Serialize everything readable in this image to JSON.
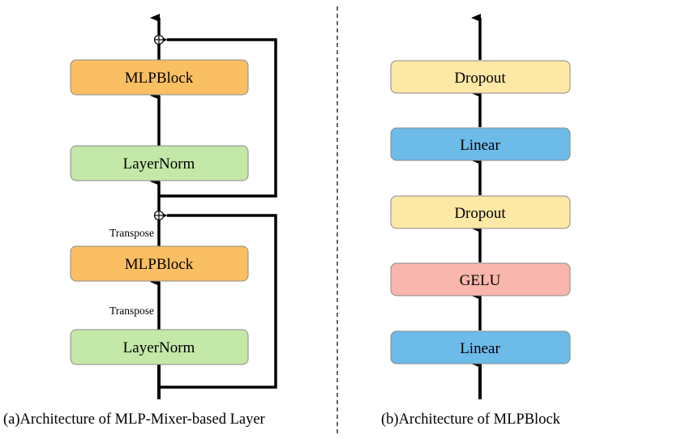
{
  "colors": {
    "mlpblock": "#fbbf63",
    "layernorm": "#c4e8a8",
    "dropout": "#fde8a6",
    "linear": "#6dbbe9",
    "gelu": "#f9b6ac",
    "stroke": "#8a8a8a",
    "arrow": "#000000"
  },
  "left": {
    "boxes": [
      {
        "id": "mlpblock-top",
        "label": "MLPBlock",
        "kind": "mlpblock"
      },
      {
        "id": "layernorm-top",
        "label": "LayerNorm",
        "kind": "layernorm"
      },
      {
        "id": "mlpblock-bottom",
        "label": "MLPBlock",
        "kind": "mlpblock"
      },
      {
        "id": "layernorm-bottom",
        "label": "LayerNorm",
        "kind": "layernorm"
      }
    ],
    "transpose_upper": "Transpose",
    "transpose_lower": "Transpose",
    "caption": "(a)Architecture of MLP-Mixer-based Layer"
  },
  "right": {
    "boxes": [
      {
        "id": "dropout-top",
        "label": "Dropout",
        "kind": "dropout"
      },
      {
        "id": "linear-top",
        "label": "Linear",
        "kind": "linear"
      },
      {
        "id": "dropout-middle",
        "label": "Dropout",
        "kind": "dropout"
      },
      {
        "id": "gelu",
        "label": "GELU",
        "kind": "gelu"
      },
      {
        "id": "linear-bottom",
        "label": "Linear",
        "kind": "linear"
      }
    ],
    "caption": "(b)Architecture of MLPBlock"
  }
}
